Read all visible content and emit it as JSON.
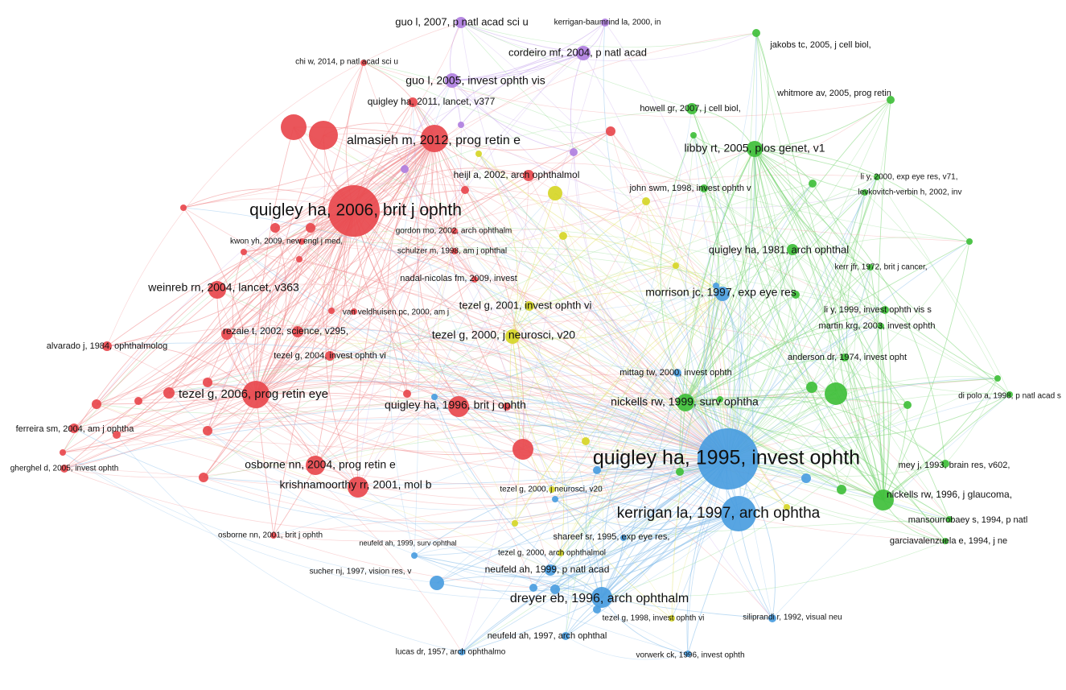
{
  "clusters": {
    "red": {
      "color": "#e8484d",
      "edge": "#f08a8c"
    },
    "purple": {
      "color": "#b07fe0",
      "edge": "#c7a6ec"
    },
    "green": {
      "color": "#3fbf3a",
      "edge": "#7fd77a"
    },
    "yellow": {
      "color": "#d6d627",
      "edge": "#e6e67a"
    },
    "blue": {
      "color": "#4a9de0",
      "edge": "#86bdea"
    }
  },
  "nodes": [
    {
      "id": "quigley1995",
      "label": "quigley ha, 1995, invest ophth",
      "cluster": "blue",
      "weight": 10
    },
    {
      "id": "kerrigan1997",
      "label": "kerrigan la, 1997, arch ophtha",
      "cluster": "blue",
      "weight": 6
    },
    {
      "id": "dreyer1996",
      "label": "dreyer eb, 1996, arch ophthalm",
      "cluster": "blue",
      "weight": 4
    },
    {
      "id": "neufeld1999p",
      "label": "neufeld ah, 1999, p natl acad",
      "cluster": "blue",
      "weight": 2
    },
    {
      "id": "sucher1997",
      "label": "sucher nj, 1997, vision res, v",
      "cluster": "blue",
      "weight": 2
    },
    {
      "id": "neufeld1999s",
      "label": "neufeld ah, 1999, surv ophthal",
      "cluster": "blue",
      "weight": 1
    },
    {
      "id": "neufeld1997",
      "label": "neufeld ah, 1997, arch ophthal",
      "cluster": "blue",
      "weight": 1
    },
    {
      "id": "lucas1957",
      "label": "lucas dr, 1957, arch ophthalmo",
      "cluster": "blue",
      "weight": 1
    },
    {
      "id": "vorwerk1996",
      "label": "vorwerk ck, 1996, invest ophth",
      "cluster": "blue",
      "weight": 1
    },
    {
      "id": "siliprandi1992",
      "label": "siliprandi r, 1992, visual neu",
      "cluster": "blue",
      "weight": 1
    },
    {
      "id": "shareef1995",
      "label": "shareef sr, 1995, exp eye res,",
      "cluster": "blue",
      "weight": 1
    },
    {
      "id": "morrison1997",
      "label": "morrison jc, 1997, exp eye res",
      "cluster": "blue",
      "weight": 2
    },
    {
      "id": "mittag2000",
      "label": "mittag tw, 2000, invest ophth",
      "cluster": "blue",
      "weight": 1
    },
    {
      "id": "quigley2006",
      "label": "quigley ha, 2006, brit j ophth",
      "cluster": "red",
      "weight": 8
    },
    {
      "id": "almasieh2012",
      "label": "almasieh m, 2012, prog retin e",
      "cluster": "red",
      "weight": 4
    },
    {
      "id": "weinreb2004",
      "label": "weinreb rn, 2004, lancet, v363",
      "cluster": "red",
      "weight": 3
    },
    {
      "id": "tezel2006",
      "label": "tezel g, 2006, prog retin eye",
      "cluster": "red",
      "weight": 4
    },
    {
      "id": "osborne2004",
      "label": "osborne nn, 2004, prog retin e",
      "cluster": "red",
      "weight": 3
    },
    {
      "id": "krishnamoorthy2001",
      "label": "krishnamoorthy rr, 2001, mol b",
      "cluster": "red",
      "weight": 3
    },
    {
      "id": "quigley1996",
      "label": "quigley ha, 1996, brit j ophth",
      "cluster": "red",
      "weight": 3
    },
    {
      "id": "rezaie2002",
      "label": "rezaie t, 2002, science, v295,",
      "cluster": "red",
      "weight": 2
    },
    {
      "id": "alvarado1984",
      "label": "alvarado j, 1984, ophthalmolog",
      "cluster": "red",
      "weight": 1
    },
    {
      "id": "ferreira2004",
      "label": "ferreira sm, 2004, am j ophtha",
      "cluster": "red",
      "weight": 1
    },
    {
      "id": "gherghel2005",
      "label": "gherghel d, 2005, invest ophth",
      "cluster": "red",
      "weight": 1
    },
    {
      "id": "osborne2001",
      "label": "osborne nn, 2001, brit j ophth",
      "cluster": "red",
      "weight": 1
    },
    {
      "id": "chi2014",
      "label": "chi w, 2014, p natl acad sci u",
      "cluster": "red",
      "weight": 1
    },
    {
      "id": "quigley2011",
      "label": "quigley ha, 2011, lancet, v377",
      "cluster": "red",
      "weight": 2
    },
    {
      "id": "heijl2002",
      "label": "heijl a, 2002, arch ophthalmol",
      "cluster": "red",
      "weight": 2
    },
    {
      "id": "kwon2009",
      "label": "kwon yh, 2009, new engl j med,",
      "cluster": "red",
      "weight": 1
    },
    {
      "id": "gordon2002",
      "label": "gordon mo, 2002, arch ophthalm",
      "cluster": "red",
      "weight": 1
    },
    {
      "id": "schulzer1998",
      "label": "schulzer m, 1998, am j ophthal",
      "cluster": "red",
      "weight": 1
    },
    {
      "id": "nadal2009",
      "label": "nadal-nicolas fm, 2009, invest",
      "cluster": "red",
      "weight": 1
    },
    {
      "id": "vanveld2000",
      "label": "van veldhuisen pc, 2000, am j",
      "cluster": "red",
      "weight": 1
    },
    {
      "id": "tezel2004",
      "label": "tezel g, 2004, invest ophth vi",
      "cluster": "red",
      "weight": 1
    },
    {
      "id": "guo2007",
      "label": "guo l, 2007, p natl acad sci u",
      "cluster": "purple",
      "weight": 2
    },
    {
      "id": "kerriganb2000",
      "label": "kerrigan-baumrind la, 2000, in",
      "cluster": "purple",
      "weight": 1
    },
    {
      "id": "cordeiro2004",
      "label": "cordeiro mf, 2004, p natl acad",
      "cluster": "purple",
      "weight": 2
    },
    {
      "id": "guo2005",
      "label": "guo l, 2005, invest ophth vis",
      "cluster": "purple",
      "weight": 2
    },
    {
      "id": "tezel2001",
      "label": "tezel g, 2001, invest ophth vi",
      "cluster": "yellow",
      "weight": 2
    },
    {
      "id": "tezel2000",
      "label": "tezel g, 2000, j neurosci, v20",
      "cluster": "yellow",
      "weight": 2
    },
    {
      "id": "tezel2000b",
      "label": "tezel g, 2000, j neurosci, v20",
      "cluster": "yellow",
      "weight": 1
    },
    {
      "id": "tezel2000c",
      "label": "tezel g, 2000, arch ophthalmol",
      "cluster": "yellow",
      "weight": 1
    },
    {
      "id": "tezel1998",
      "label": "tezel g, 1998, invest ophth vi",
      "cluster": "yellow",
      "weight": 1
    },
    {
      "id": "jakobs2005",
      "label": "jakobs tc, 2005, j cell biol,",
      "cluster": "green",
      "weight": 1
    },
    {
      "id": "whitmore2005",
      "label": "whitmore av, 2005, prog retin",
      "cluster": "green",
      "weight": 1
    },
    {
      "id": "howell2007",
      "label": "howell gr, 2007, j cell biol,",
      "cluster": "green",
      "weight": 2
    },
    {
      "id": "libby2005",
      "label": "libby rt, 2005, plos genet, v1",
      "cluster": "green",
      "weight": 2
    },
    {
      "id": "liy2000",
      "label": "li y, 2000, exp eye res, v71,",
      "cluster": "green",
      "weight": 1
    },
    {
      "id": "levkovitch2002",
      "label": "levkovitch-verbin h, 2002, inv",
      "cluster": "green",
      "weight": 1
    },
    {
      "id": "john1998",
      "label": "john swm, 1998, invest ophth v",
      "cluster": "green",
      "weight": 1
    },
    {
      "id": "quigley1981",
      "label": "quigley ha, 1981, arch ophthal",
      "cluster": "green",
      "weight": 2
    },
    {
      "id": "kerr1972",
      "label": "kerr jfr, 1972, brit j cancer,",
      "cluster": "green",
      "weight": 1
    },
    {
      "id": "liy1999",
      "label": "li y, 1999, invest ophth vis s",
      "cluster": "green",
      "weight": 1
    },
    {
      "id": "martin2003",
      "label": "martin krg, 2003, invest ophth",
      "cluster": "green",
      "weight": 1
    },
    {
      "id": "anderson1974",
      "label": "anderson dr, 1974, invest opht",
      "cluster": "green",
      "weight": 1
    },
    {
      "id": "nickells1999",
      "label": "nickells rw, 1999, surv ophtha",
      "cluster": "green",
      "weight": 3
    },
    {
      "id": "dipolo1998",
      "label": "di polo a, 1998, p natl acad s",
      "cluster": "green",
      "weight": 1
    },
    {
      "id": "mey1993",
      "label": "mey j, 1993, brain res, v602,",
      "cluster": "green",
      "weight": 1
    },
    {
      "id": "nickells1996",
      "label": "nickells rw, 1996, j glaucoma,",
      "cluster": "green",
      "weight": 3
    },
    {
      "id": "mansour1994",
      "label": "mansourrobaey s, 1994, p natl",
      "cluster": "green",
      "weight": 1
    },
    {
      "id": "garcia1994",
      "label": "garciavalenzuela e, 1994, j ne",
      "cluster": "green",
      "weight": 1
    }
  ]
}
